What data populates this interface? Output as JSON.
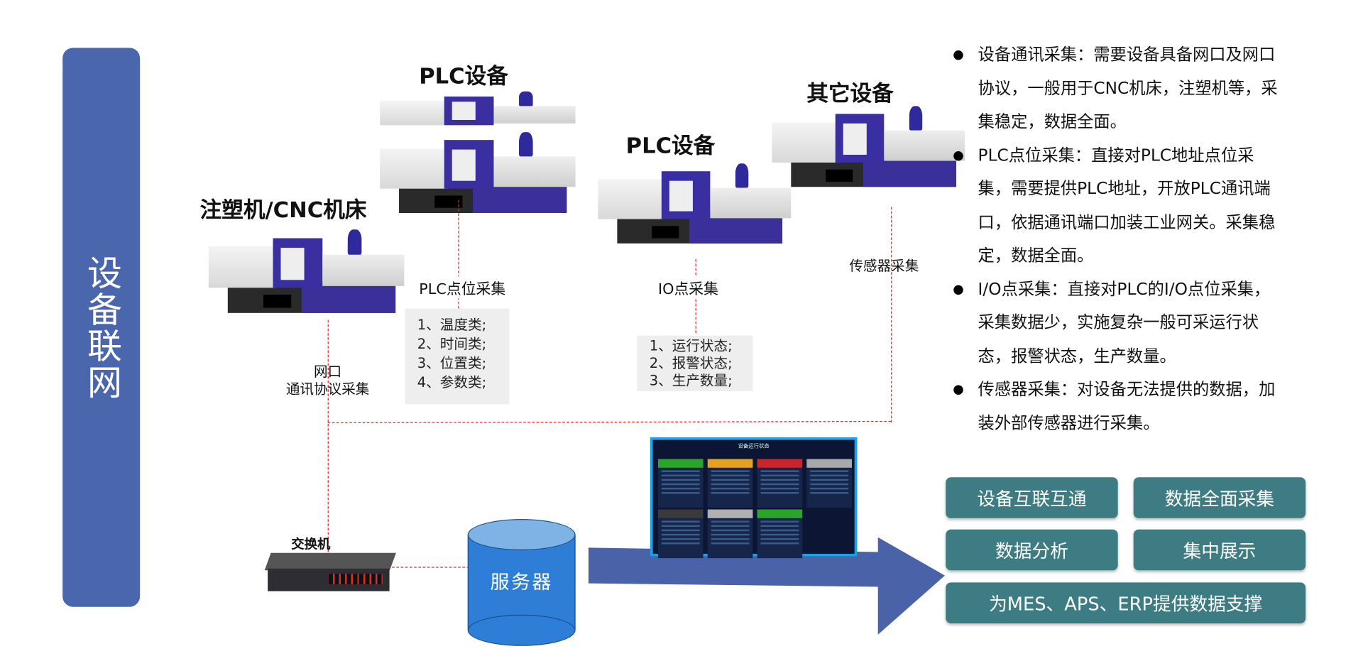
{
  "sidebar": {
    "title": "设备联网"
  },
  "devices": {
    "plc_top": "PLC设备",
    "plc_mid": "PLC设备",
    "other": "其它设备",
    "cnc": "注塑机/CNC机床"
  },
  "labels": {
    "plc_collect": "PLC点位采集",
    "io_collect": "IO点采集",
    "sensor_collect": "传感器采集",
    "net_line1": "网口",
    "net_line2": "通讯协议采集",
    "switch": "交换机",
    "server": "服务器"
  },
  "plc_list": [
    "1、温度类;",
    "2、时间类;",
    "3、位置类;",
    "4、参数类;"
  ],
  "io_list": [
    "1、运行状态;",
    "2、报警状态;",
    "3、生产数量;"
  ],
  "dashboard": {
    "title": "设备运行状态",
    "card_colors": [
      "#2aa52a",
      "#e6a21e",
      "#c9252a",
      "#a9a9a9",
      "#3a3a3a",
      "#b0b0b0",
      "#2aa52a"
    ]
  },
  "bullets": [
    "设备通讯采集：需要设备具备网口及网口协议，一般用于CNC机床，注塑机等，采集稳定，数据全面。",
    "PLC点位采集：直接对PLC地址点位采集，需要提供PLC地址，开放PLC通讯端口，依据通讯端口加装工业网关。采集稳定，数据全面。",
    "I/O点采集：直接对PLC的I/O点位采集，采集数据少，实施复杂一般可采运行状态，报警状态，生产数量。",
    "传感器采集：对设备无法提供的数据，加装外部传感器进行采集。"
  ],
  "buttons": [
    "设备互联互通",
    "数据全面采集",
    "数据分析",
    "集中展示",
    "为MES、APS、ERP提供数据支撑"
  ],
  "colors": {
    "sidebar": "#4a66ad",
    "button": "#3e7c83",
    "arrow": "#4a62a8",
    "server": "#2e7dd6",
    "dash_line": "#e8262a"
  }
}
